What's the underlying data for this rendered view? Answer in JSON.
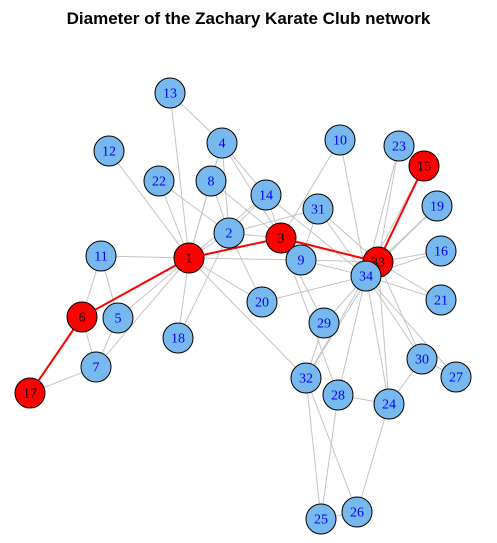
{
  "title": "Diameter of the Zachary Karate Club network",
  "colors": {
    "default_node": "#77b9ee",
    "diameter_node": "#ff0000",
    "default_label": "#0000ff",
    "diameter_label": "#000000",
    "edge": "#c4c4c4",
    "diameter_edge": "#ff0000"
  },
  "nodes": [
    {
      "id": "1",
      "label": "1",
      "on_diameter": true
    },
    {
      "id": "2",
      "label": "2",
      "on_diameter": false
    },
    {
      "id": "3",
      "label": "3",
      "on_diameter": true
    },
    {
      "id": "4",
      "label": "4",
      "on_diameter": false
    },
    {
      "id": "5",
      "label": "5",
      "on_diameter": false
    },
    {
      "id": "6",
      "label": "6",
      "on_diameter": true
    },
    {
      "id": "7",
      "label": "7",
      "on_diameter": false
    },
    {
      "id": "8",
      "label": "8",
      "on_diameter": false
    },
    {
      "id": "9",
      "label": "9",
      "on_diameter": false
    },
    {
      "id": "10",
      "label": "10",
      "on_diameter": false
    },
    {
      "id": "11",
      "label": "11",
      "on_diameter": false
    },
    {
      "id": "12",
      "label": "12",
      "on_diameter": false
    },
    {
      "id": "13",
      "label": "13",
      "on_diameter": false
    },
    {
      "id": "14",
      "label": "14",
      "on_diameter": false
    },
    {
      "id": "15",
      "label": "15",
      "on_diameter": true
    },
    {
      "id": "16",
      "label": "16",
      "on_diameter": false
    },
    {
      "id": "17",
      "label": "17",
      "on_diameter": true
    },
    {
      "id": "18",
      "label": "18",
      "on_diameter": false
    },
    {
      "id": "19",
      "label": "19",
      "on_diameter": false
    },
    {
      "id": "20",
      "label": "20",
      "on_diameter": false
    },
    {
      "id": "21",
      "label": "21",
      "on_diameter": false
    },
    {
      "id": "22",
      "label": "22",
      "on_diameter": false
    },
    {
      "id": "23",
      "label": "23",
      "on_diameter": false
    },
    {
      "id": "24",
      "label": "24",
      "on_diameter": false
    },
    {
      "id": "25",
      "label": "25",
      "on_diameter": false
    },
    {
      "id": "26",
      "label": "26",
      "on_diameter": false
    },
    {
      "id": "27",
      "label": "27",
      "on_diameter": false
    },
    {
      "id": "28",
      "label": "28",
      "on_diameter": false
    },
    {
      "id": "29",
      "label": "29",
      "on_diameter": false
    },
    {
      "id": "30",
      "label": "30",
      "on_diameter": false
    },
    {
      "id": "31",
      "label": "31",
      "on_diameter": false
    },
    {
      "id": "32",
      "label": "32",
      "on_diameter": false
    },
    {
      "id": "33",
      "label": "33",
      "on_diameter": true
    },
    {
      "id": "34",
      "label": "34",
      "on_diameter": false
    }
  ],
  "edges": [
    [
      "1",
      "2"
    ],
    [
      "1",
      "3"
    ],
    [
      "1",
      "4"
    ],
    [
      "1",
      "5"
    ],
    [
      "1",
      "6"
    ],
    [
      "1",
      "7"
    ],
    [
      "1",
      "8"
    ],
    [
      "1",
      "9"
    ],
    [
      "1",
      "11"
    ],
    [
      "1",
      "12"
    ],
    [
      "1",
      "13"
    ],
    [
      "1",
      "14"
    ],
    [
      "1",
      "18"
    ],
    [
      "1",
      "20"
    ],
    [
      "1",
      "22"
    ],
    [
      "1",
      "32"
    ],
    [
      "2",
      "3"
    ],
    [
      "2",
      "4"
    ],
    [
      "2",
      "8"
    ],
    [
      "2",
      "14"
    ],
    [
      "2",
      "18"
    ],
    [
      "2",
      "20"
    ],
    [
      "2",
      "22"
    ],
    [
      "2",
      "31"
    ],
    [
      "3",
      "4"
    ],
    [
      "3",
      "8"
    ],
    [
      "3",
      "9"
    ],
    [
      "3",
      "10"
    ],
    [
      "3",
      "14"
    ],
    [
      "3",
      "28"
    ],
    [
      "3",
      "29"
    ],
    [
      "3",
      "33"
    ],
    [
      "4",
      "8"
    ],
    [
      "4",
      "13"
    ],
    [
      "4",
      "14"
    ],
    [
      "5",
      "7"
    ],
    [
      "5",
      "11"
    ],
    [
      "6",
      "7"
    ],
    [
      "6",
      "11"
    ],
    [
      "6",
      "17"
    ],
    [
      "7",
      "17"
    ],
    [
      "9",
      "31"
    ],
    [
      "9",
      "33"
    ],
    [
      "9",
      "34"
    ],
    [
      "10",
      "34"
    ],
    [
      "14",
      "34"
    ],
    [
      "15",
      "33"
    ],
    [
      "15",
      "34"
    ],
    [
      "16",
      "33"
    ],
    [
      "16",
      "34"
    ],
    [
      "19",
      "33"
    ],
    [
      "19",
      "34"
    ],
    [
      "20",
      "34"
    ],
    [
      "21",
      "33"
    ],
    [
      "21",
      "34"
    ],
    [
      "23",
      "33"
    ],
    [
      "23",
      "34"
    ],
    [
      "24",
      "26"
    ],
    [
      "24",
      "28"
    ],
    [
      "24",
      "30"
    ],
    [
      "24",
      "33"
    ],
    [
      "24",
      "34"
    ],
    [
      "25",
      "26"
    ],
    [
      "25",
      "28"
    ],
    [
      "25",
      "32"
    ],
    [
      "26",
      "32"
    ],
    [
      "27",
      "30"
    ],
    [
      "27",
      "34"
    ],
    [
      "28",
      "34"
    ],
    [
      "29",
      "32"
    ],
    [
      "29",
      "34"
    ],
    [
      "30",
      "33"
    ],
    [
      "30",
      "34"
    ],
    [
      "31",
      "33"
    ],
    [
      "31",
      "34"
    ],
    [
      "32",
      "33"
    ],
    [
      "32",
      "34"
    ],
    [
      "33",
      "34"
    ]
  ],
  "diameter_path": [
    "17",
    "6",
    "1",
    "3",
    "33",
    "15"
  ]
}
